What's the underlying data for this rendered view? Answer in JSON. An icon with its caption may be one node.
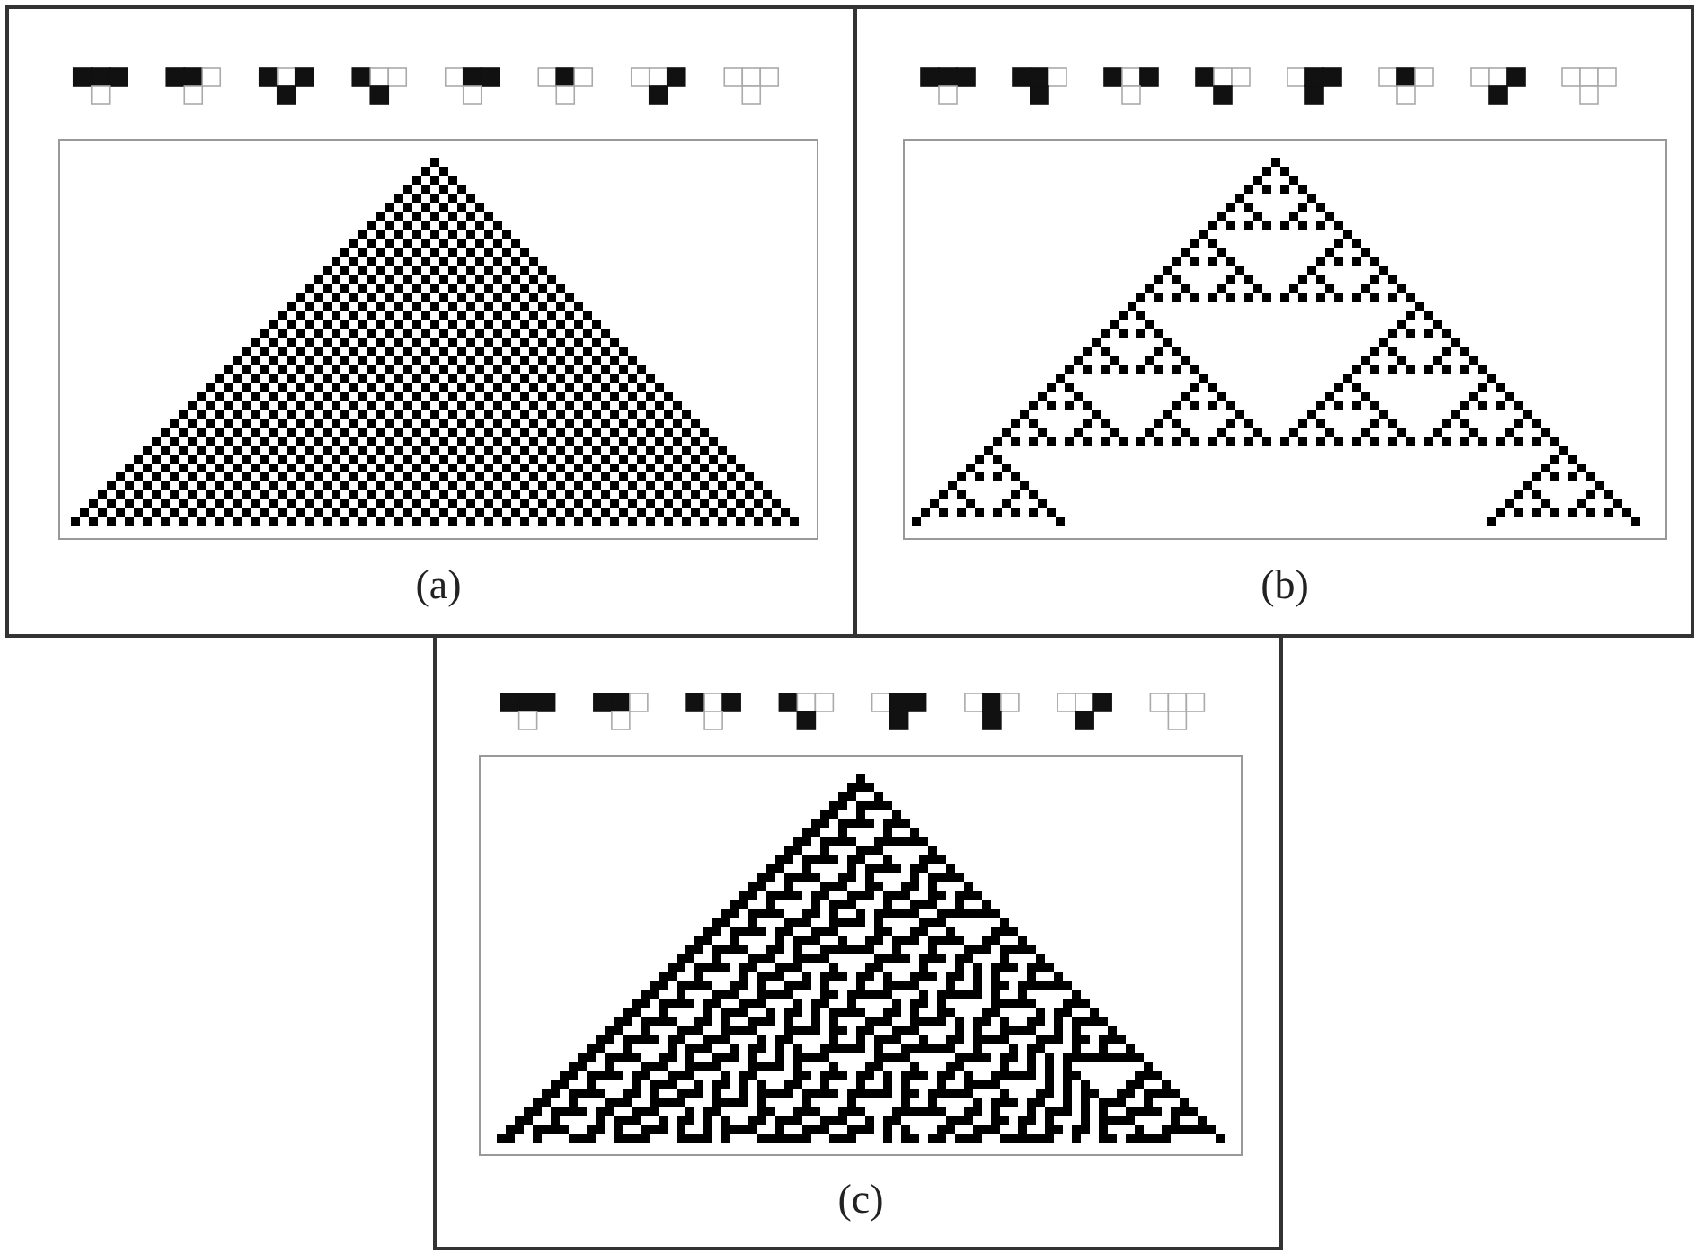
{
  "diagram": {
    "nodes": [
      {
        "text": [
          "(a)"
        ]
      },
      {
        "text": [
          "(b)"
        ]
      },
      {
        "text": [
          "(c)"
        ]
      }
    ]
  }
}
